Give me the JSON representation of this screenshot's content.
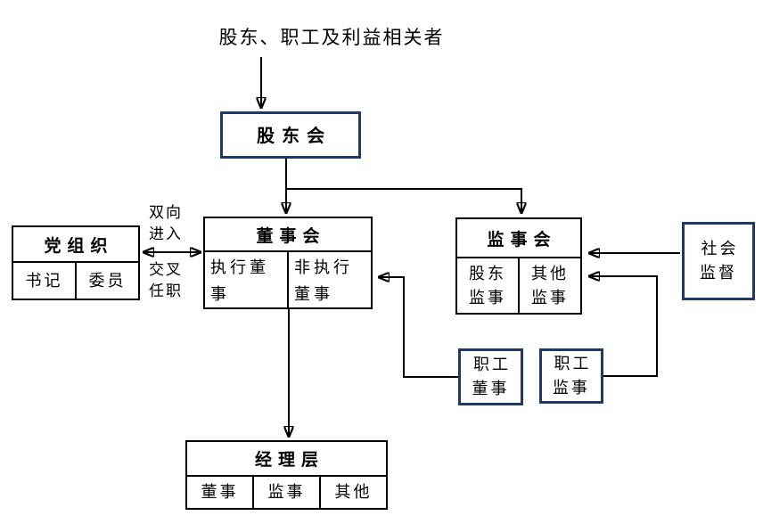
{
  "diagram": {
    "title": "股东、职工及利益相关者",
    "colors": {
      "navy_border": "#1F3864",
      "line": "#000000",
      "background": "#FFFFFF"
    },
    "labels": {
      "bidirectional_top": "双向\n进入",
      "bidirectional_bottom": "交叉\n任职"
    },
    "boxes": {
      "shareholders_meeting": {
        "label": "股东会"
      },
      "party_org": {
        "header": "党组织",
        "cells": [
          "书记",
          "委员"
        ]
      },
      "board": {
        "header": "董事会",
        "cells": [
          "执行董\n事",
          "非执行\n董事"
        ]
      },
      "supervisory_board": {
        "header": "监事会",
        "cells": [
          "股东\n监事",
          "其他\n监事"
        ]
      },
      "social_supervision": {
        "label": "社会\n监督"
      },
      "employee_director": {
        "label": "职工\n董事"
      },
      "employee_supervisor": {
        "label": "职工\n监事"
      },
      "management": {
        "header": "经理层",
        "cells": [
          "董事",
          "监事",
          "其他"
        ]
      }
    }
  }
}
